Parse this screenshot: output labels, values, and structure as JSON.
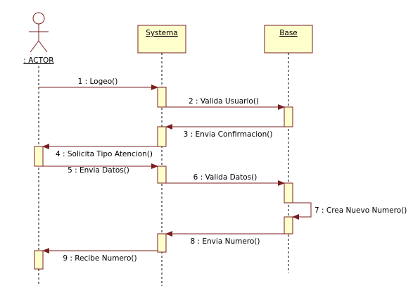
{
  "diagram": {
    "participants": [
      {
        "id": "actor",
        "label": ": ACTOR",
        "kind": "actor"
      },
      {
        "id": "sistema",
        "label": "Systema",
        "kind": "object"
      },
      {
        "id": "base",
        "label": "Base",
        "kind": "object"
      }
    ],
    "messages": [
      {
        "label": "1 : Logeo()"
      },
      {
        "label": "2 : Valida Usuario()"
      },
      {
        "label": "3 : Envia Confirmacion()"
      },
      {
        "label": "4 : Solicita Tipo Atencion()"
      },
      {
        "label": "5 : Envia Datos()"
      },
      {
        "label": "6 : Valida Datos()"
      },
      {
        "label": "7 : Crea Nuevo Numero()"
      },
      {
        "label": "8 : Envia Numero()"
      },
      {
        "label": "9 : Recibe Numero()"
      }
    ]
  }
}
